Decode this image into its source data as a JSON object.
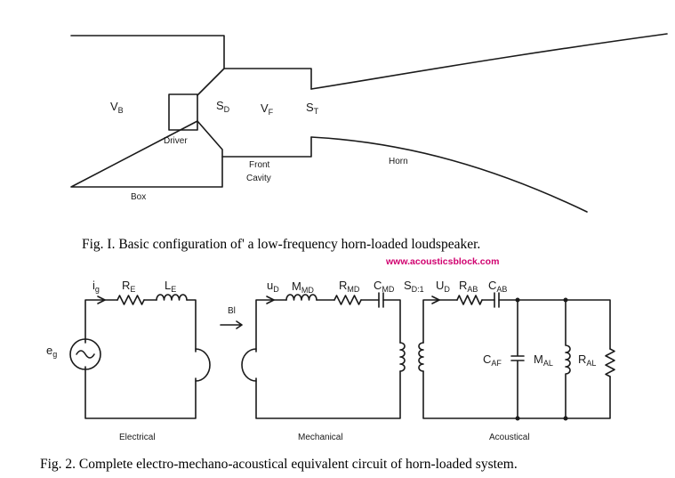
{
  "fig1": {
    "labels": {
      "vb": {
        "main": "V",
        "sub": "B"
      },
      "sd": {
        "main": "S",
        "sub": "D"
      },
      "vf": {
        "main": "V",
        "sub": "F"
      },
      "st": {
        "main": "S",
        "sub": "T"
      },
      "driver": "Driver",
      "front": "Front",
      "cavity": "Cavity",
      "horn": "Horn",
      "box": "Box"
    },
    "caption": "Fig. I. Basic configuration of' a low-frequency horn-loaded loudspeaker."
  },
  "watermark": "www.acousticsblock.com",
  "fig2": {
    "labels": {
      "ig": {
        "main": "i",
        "sub": "g"
      },
      "re": {
        "main": "R",
        "sub": "E"
      },
      "le": {
        "main": "L",
        "sub": "E"
      },
      "eg": {
        "main": "e",
        "sub": "g"
      },
      "bl": "Bl",
      "ud1": {
        "main": "u",
        "sub": "D"
      },
      "mmd": {
        "main": "M",
        "sub": "MD"
      },
      "rmd": {
        "main": "R",
        "sub": "MD"
      },
      "cmd": {
        "main": "C",
        "sub": "MD"
      },
      "sd1": {
        "main": "S",
        "sub": "D",
        "post": ":1"
      },
      "ud2": {
        "main": "U",
        "sub": "D"
      },
      "rab": {
        "main": "R",
        "sub": "AB"
      },
      "cab": {
        "main": "C",
        "sub": "AB"
      },
      "caf": {
        "main": "C",
        "sub": "AF"
      },
      "mal": {
        "main": "M",
        "sub": "AL"
      },
      "ral": {
        "main": "R",
        "sub": "AL"
      },
      "electrical": "Electrical",
      "mechanical": "Mechanical",
      "acoustical": "Acoustical"
    },
    "caption": "Fig. 2. Complete electro-mechano-acoustical equivalent circuit of horn-loaded system."
  }
}
